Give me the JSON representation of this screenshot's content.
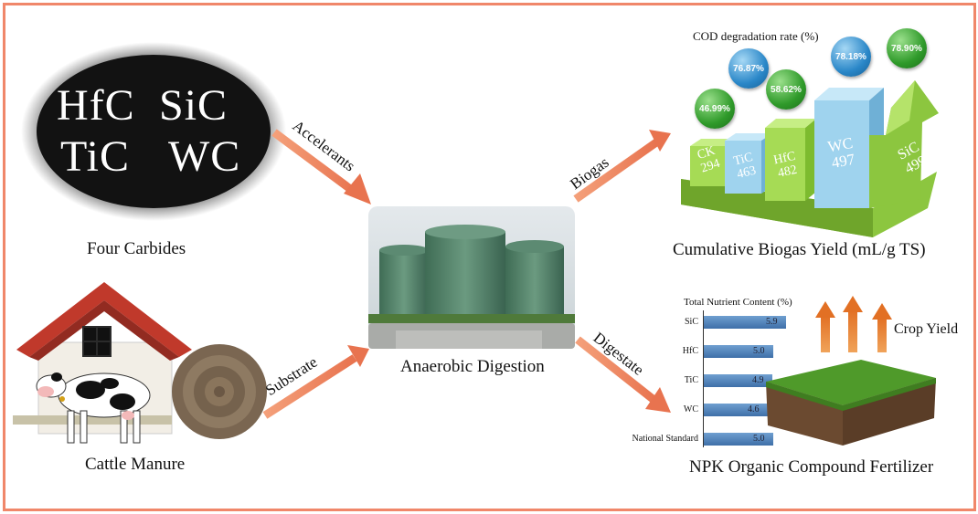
{
  "carbides": {
    "items": [
      "HfC",
      "SiC",
      "TiC",
      "WC"
    ],
    "caption": "Four Carbides"
  },
  "manure": {
    "caption": "Cattle Manure"
  },
  "digestion": {
    "caption": "Anaerobic Digestion"
  },
  "arrows": {
    "accelerants": "Accelerants",
    "substrate": "Substrate",
    "biogas": "Biogas",
    "digestate": "Digestate"
  },
  "biogas_panel": {
    "cod_title": "COD degradation rate (%)",
    "caption": "Cumulative Biogas Yield (mL/g TS)",
    "cod_rates": [
      {
        "label": "46.99%",
        "color": "green"
      },
      {
        "label": "76.87%",
        "color": "blue"
      },
      {
        "label": "58.62%",
        "color": "green"
      },
      {
        "label": "78.18%",
        "color": "blue"
      },
      {
        "label": "78.90%",
        "color": "green"
      }
    ],
    "bars": [
      {
        "name": "CK",
        "value": "294",
        "color": "#8fcf3a"
      },
      {
        "name": "TiC",
        "value": "463",
        "color": "#7ec4e6"
      },
      {
        "name": "HfC",
        "value": "482",
        "color": "#8fcf3a"
      },
      {
        "name": "WC",
        "value": "497",
        "color": "#7ec4e6"
      },
      {
        "name": "SiC",
        "value": "499",
        "color": "#8fcf3a"
      }
    ]
  },
  "fertilizer_panel": {
    "caption": "NPK Organic Compound Fertilizer",
    "crop_yield": "Crop Yield",
    "chart_data": {
      "type": "bar",
      "orientation": "horizontal",
      "title": "Total Nutrient Content (%)",
      "categories": [
        "SiC",
        "HfC",
        "TiC",
        "WC",
        "National Standard"
      ],
      "values": [
        5.9,
        5.0,
        4.9,
        4.6,
        5.0
      ],
      "value_labels": [
        "5.9",
        "5.0",
        "4.9",
        "4.6",
        "5.0"
      ],
      "xlim": [
        0,
        6.3
      ]
    }
  }
}
